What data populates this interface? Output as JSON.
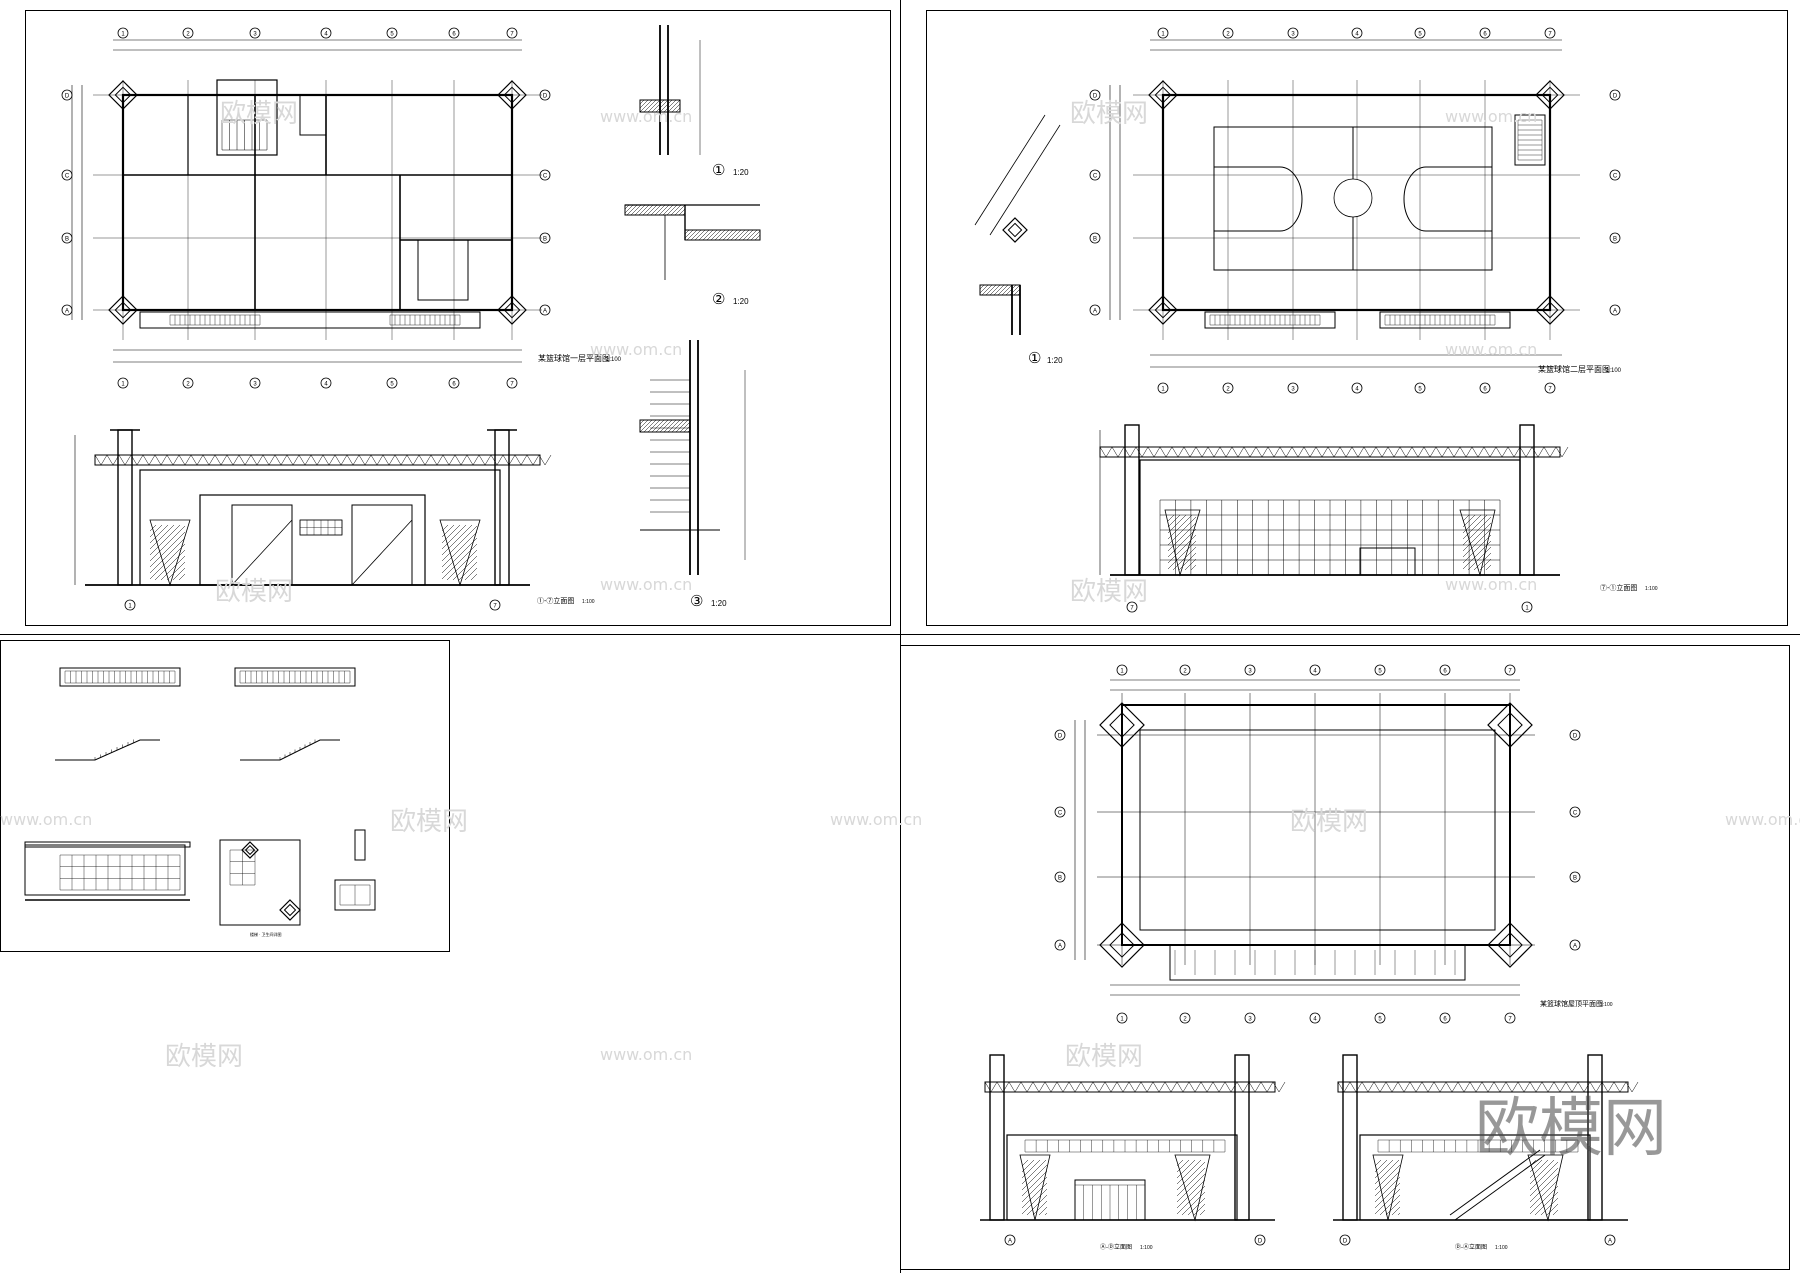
{
  "watermarks": {
    "site": "www.om.cn",
    "brand": "欧模网",
    "brand_large": "欧模网"
  },
  "sheet1": {
    "plan_title": "某篮球馆一层平面图",
    "plan_scale": "1:100",
    "elevation_title": "①-⑦立面图",
    "elevation_scale": "1:100",
    "detail_1": "①",
    "detail_1_scale": "1:20",
    "detail_2": "②",
    "detail_2_scale": "1:20",
    "detail_3": "③",
    "detail_3_scale": "1:20"
  },
  "sheet2": {
    "plan_title": "某篮球馆二层平面图",
    "plan_scale": "1:100",
    "elevation_title": "⑦-①立面图",
    "elevation_scale": "1:100",
    "detail_1": "①",
    "detail_1_scale": "1:20"
  },
  "sheet3": {
    "title": "楼梯 · 卫生间详图"
  },
  "sheet4": {
    "plan_title": "某篮球馆屋顶平面图",
    "plan_scale": "1:100",
    "elev_a_title": "Ⓐ-Ⓓ立面图",
    "elev_a_scale": "1:100",
    "elev_b_title": "Ⓓ-Ⓐ立面图",
    "elev_b_scale": "1:100"
  },
  "grid_numbers": [
    "1",
    "2",
    "3",
    "4",
    "5",
    "6",
    "7"
  ],
  "grid_letters": [
    "A",
    "B",
    "C",
    "D"
  ]
}
